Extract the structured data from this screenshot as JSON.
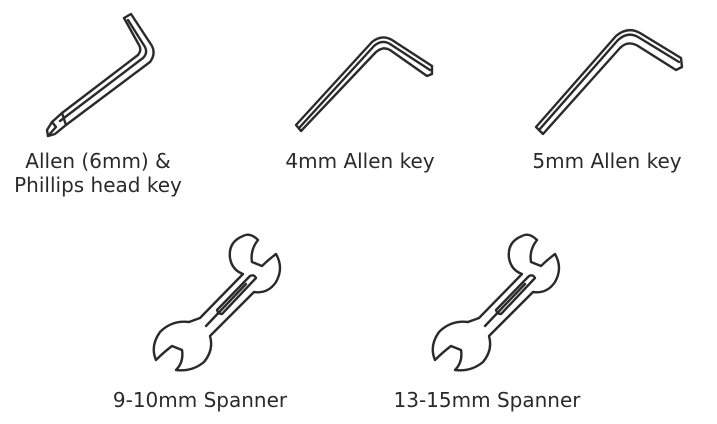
{
  "tools": [
    {
      "id": "allen-6mm-phillips",
      "icon": "allen-phillips-key-icon",
      "label_lines": [
        "Allen (6mm) &",
        "Phillips head key"
      ]
    },
    {
      "id": "allen-4mm",
      "icon": "allen-key-icon",
      "label_lines": [
        "4mm Allen key"
      ]
    },
    {
      "id": "allen-5mm",
      "icon": "allen-key-icon",
      "label_lines": [
        "5mm Allen key"
      ]
    },
    {
      "id": "spanner-9-10",
      "icon": "spanner-icon",
      "label_lines": [
        "9-10mm Spanner"
      ]
    },
    {
      "id": "spanner-13-15",
      "icon": "spanner-icon",
      "label_lines": [
        "13-15mm Spanner"
      ]
    }
  ],
  "colors": {
    "stroke": "#2a2a2a",
    "background": "#ffffff"
  }
}
